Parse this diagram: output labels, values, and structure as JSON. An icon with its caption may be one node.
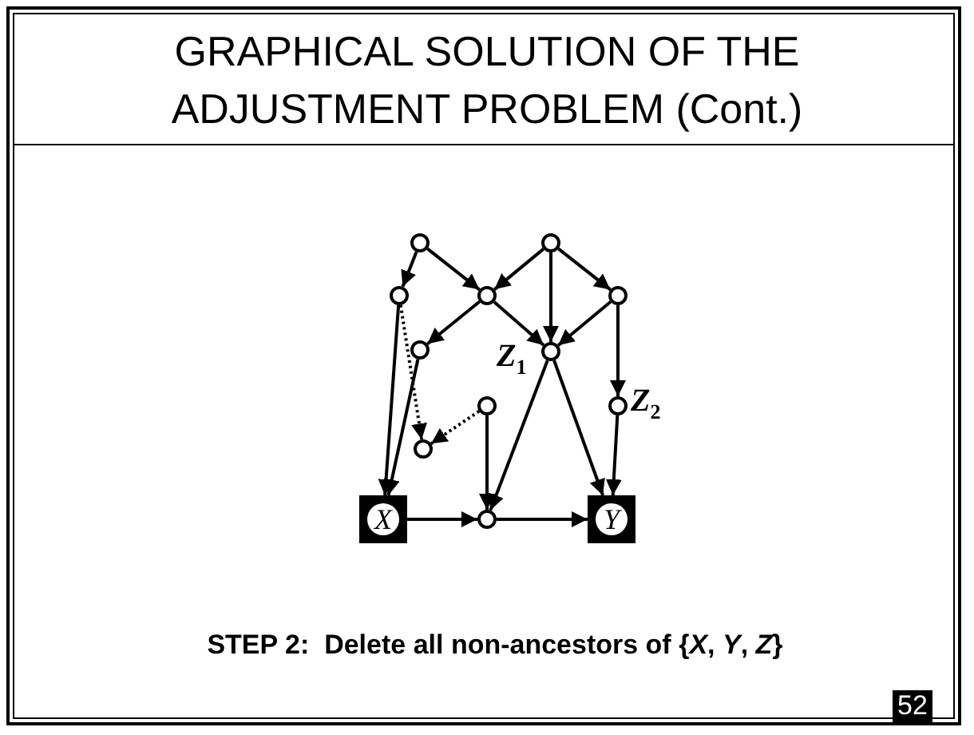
{
  "diagram": {
    "title": "GRAPHICAL SOLUTION OF THE ADJUSTMENT PROBLEM (Cont.)",
    "caption": "STEP 2:  Delete all non-ancestors of {*X*, *Y*, *Z*}",
    "nodes": [
      {
        "text": [],
        "shape": "circle"
      },
      {
        "text": [],
        "shape": "circle"
      },
      {
        "text": [],
        "shape": "circle"
      },
      {
        "text": [],
        "shape": "circle"
      },
      {
        "text": [],
        "shape": "circle"
      },
      {
        "text": [],
        "shape": "circle"
      },
      {
        "text": [],
        "shape": "circle",
        "beside": [
          "Z$_{1}$"
        ]
      },
      {
        "text": [],
        "shape": "circle"
      },
      {
        "text": [],
        "shape": "circle",
        "beside": [
          "Z$_{2}$"
        ]
      },
      {
        "text": [],
        "shape": "circle"
      },
      {
        "text": [
          "X"
        ]
      },
      {
        "text": [],
        "shape": "circle"
      },
      {
        "text": [
          "Y"
        ]
      }
    ],
    "edges": [
      {
        "from": 0,
        "to": 2,
        "arrow": "to"
      },
      {
        "from": 0,
        "to": 3,
        "arrow": "to"
      },
      {
        "from": 1,
        "to": 3,
        "arrow": "to"
      },
      {
        "from": 1,
        "to": 6,
        "arrow": "to"
      },
      {
        "from": 1,
        "to": 4,
        "arrow": "to"
      },
      {
        "from": 3,
        "to": 5,
        "arrow": "to"
      },
      {
        "from": 3,
        "to": 6,
        "arrow": "to"
      },
      {
        "from": 4,
        "to": 6,
        "arrow": "to"
      },
      {
        "from": 4,
        "to": 8,
        "arrow": "to"
      },
      {
        "from": 2,
        "to": 10,
        "arrow": "to"
      },
      {
        "from": 2,
        "to": 9,
        "arrow": "to",
        "style": "dashed"
      },
      {
        "from": 5,
        "to": 10,
        "arrow": "to"
      },
      {
        "from": 7,
        "to": 9,
        "arrow": "to",
        "style": "dashed"
      },
      {
        "from": 7,
        "to": 11,
        "arrow": "to"
      },
      {
        "from": 6,
        "to": 11,
        "arrow": "to"
      },
      {
        "from": 6,
        "to": 12,
        "arrow": "to"
      },
      {
        "from": 8,
        "to": 12,
        "arrow": "to"
      },
      {
        "from": 10,
        "to": 11,
        "arrow": "to"
      },
      {
        "from": 11,
        "to": 12,
        "arrow": "to"
      }
    ],
    "labels": [
      "52"
    ]
  }
}
